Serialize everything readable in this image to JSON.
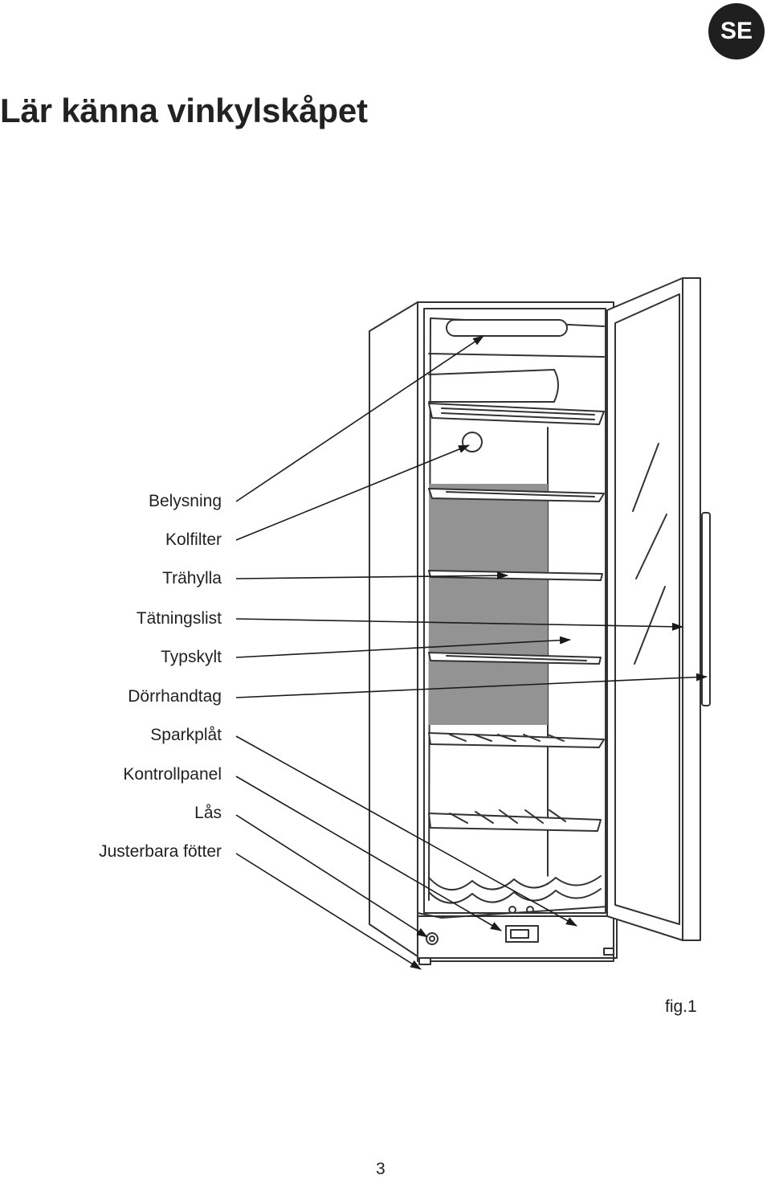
{
  "badge": {
    "language": "SE"
  },
  "title": "Lär känna vinkylskåpet",
  "callouts": [
    "Belysning",
    "Kolfilter",
    "Trähylla",
    "Tätningslist",
    "Typskylt",
    "Dörrhandtag",
    "Sparkplåt",
    "Kontrollpanel",
    "Lås",
    "Justerbara fötter"
  ],
  "figure": {
    "caption": "fig.1"
  },
  "footer": {
    "page_number": "3"
  }
}
